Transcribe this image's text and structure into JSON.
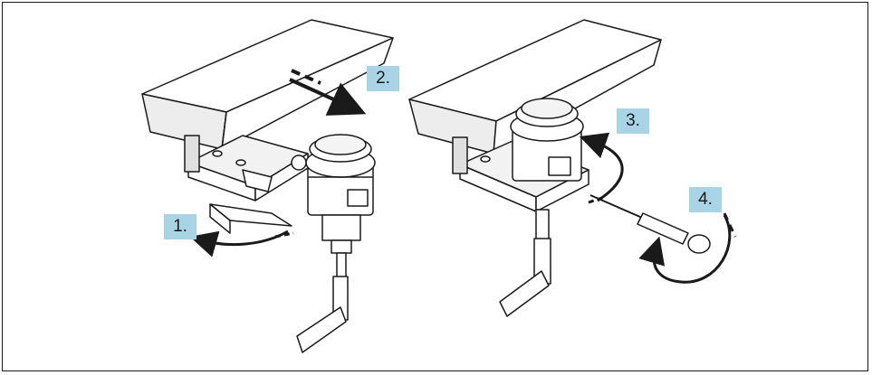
{
  "steps": [
    {
      "label": "1."
    },
    {
      "label": "2."
    },
    {
      "label": "3."
    },
    {
      "label": "4."
    }
  ],
  "colors": {
    "label_background": "#a8d4e6",
    "line": "#1a1a1a",
    "fill": "#ffffff",
    "shade": "#d9d9d9"
  }
}
